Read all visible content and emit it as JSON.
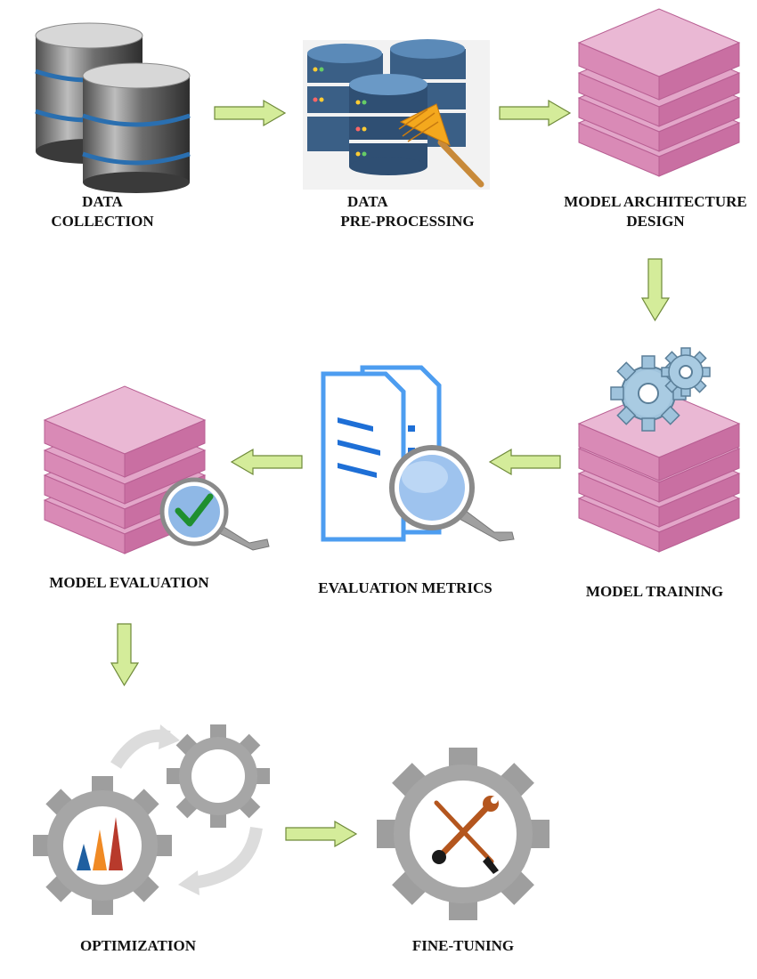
{
  "steps": {
    "data_collection": {
      "line1": "DATA",
      "line2": "COLLECTION"
    },
    "data_preprocessing": {
      "line1": "DATA",
      "line2": "PRE-PROCESSING"
    },
    "model_architecture": {
      "line1": "MODEL ARCHITECTURE",
      "line2": "DESIGN"
    },
    "model_training": {
      "label": "MODEL TRAINING"
    },
    "evaluation_metrics": {
      "label": "EVALUATION METRICS"
    },
    "model_evaluation": {
      "label": "MODEL EVALUATION"
    },
    "optimization": {
      "label": "OPTIMIZATION"
    },
    "fine_tuning": {
      "label": "FINE-TUNING"
    }
  },
  "icons": {
    "data_collection": "database-servers-icon",
    "data_preprocessing": "database-cleaning-brush-icon",
    "model_architecture": "layer-stack-icon",
    "model_training": "gears-on-layer-stack-icon",
    "evaluation_metrics": "documents-magnifier-icon",
    "model_evaluation": "layer-stack-checkmark-magnifier-icon",
    "optimization": "gears-cycle-chart-icon",
    "fine_tuning": "gear-tools-icon"
  },
  "colors": {
    "arrow_fill": "#d4ec9a",
    "arrow_stroke": "#6f8a3a",
    "layer_top": "#e3a6c9",
    "layer_side": "#c96fa2",
    "gear": "#a6a6a6",
    "database_blue": "#3a5f86"
  }
}
